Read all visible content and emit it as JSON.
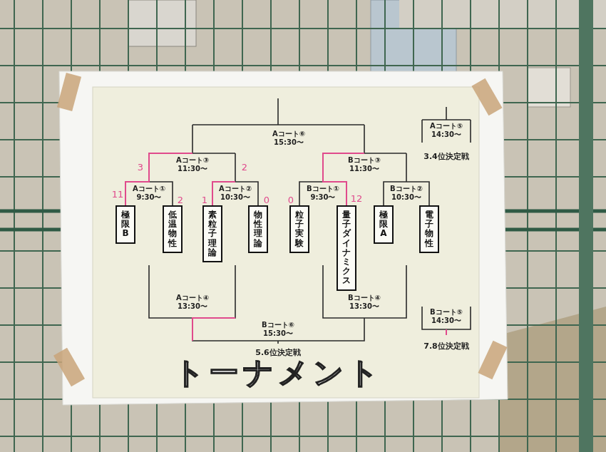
{
  "diagram": {
    "title": "トーナメント",
    "nodes": [
      {
        "text": [
          "極限B"
        ]
      },
      {
        "text": [
          "低温物性"
        ]
      },
      {
        "text": [
          "素粒子理論"
        ]
      },
      {
        "text": [
          "物性理論"
        ]
      },
      {
        "text": [
          "粒子実験"
        ]
      },
      {
        "text": [
          "量子ダイナミクス"
        ]
      },
      {
        "text": [
          "極限A"
        ]
      },
      {
        "text": [
          "電子物性"
        ]
      }
    ],
    "edges": [
      {
        "from": 0,
        "to": 1,
        "arrow": "none"
      },
      {
        "from": 2,
        "to": 3,
        "arrow": "none"
      },
      {
        "from": 4,
        "to": 5,
        "arrow": "none"
      },
      {
        "from": 6,
        "to": 7,
        "arrow": "none"
      }
    ],
    "labels": [
      "Aコート⑥ 15:30〜",
      "Aコート⑤ 14:30〜",
      "3.4位決定戦",
      "Aコート③ 11:30〜",
      "Bコート③ 11:30〜",
      "Aコート① 9:30〜",
      "Aコート② 10:30〜",
      "Bコート① 9:30〜",
      "Bコート② 10:30〜",
      "Aコート④ 13:30〜",
      "Bコート④ 13:30〜",
      "Bコート⑤ 14:30〜",
      "Bコート⑥ 15:30〜",
      "5.6位決定戦",
      "7.8位決定戦",
      "11",
      "2",
      "1",
      "0",
      "3",
      "2",
      "0",
      "12"
    ]
  }
}
